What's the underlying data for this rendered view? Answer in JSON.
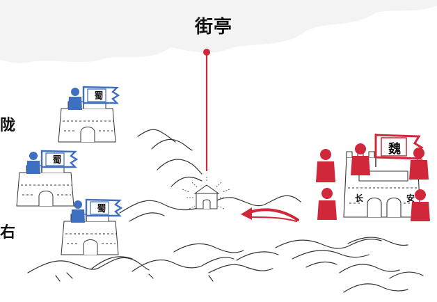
{
  "map": {
    "pass_label": "街亭",
    "region_label_top": "陇",
    "region_label_bottom": "右",
    "shu_castles": [
      {
        "flag": "蜀"
      },
      {
        "flag": "蜀"
      },
      {
        "flag": "蜀"
      }
    ],
    "wei_city": {
      "flag": "魏",
      "gate_left": "长",
      "gate_right": "安"
    }
  },
  "colors": {
    "shu_blue": "#3f6fc0",
    "wei_red": "#d0283a",
    "ink": "#222222",
    "cloud": "#f3f3f4"
  },
  "icons": [
    "castle-icon",
    "soldier-icon",
    "flag-icon",
    "mountain-icon",
    "marker-pin-icon",
    "attack-arrow-icon"
  ]
}
